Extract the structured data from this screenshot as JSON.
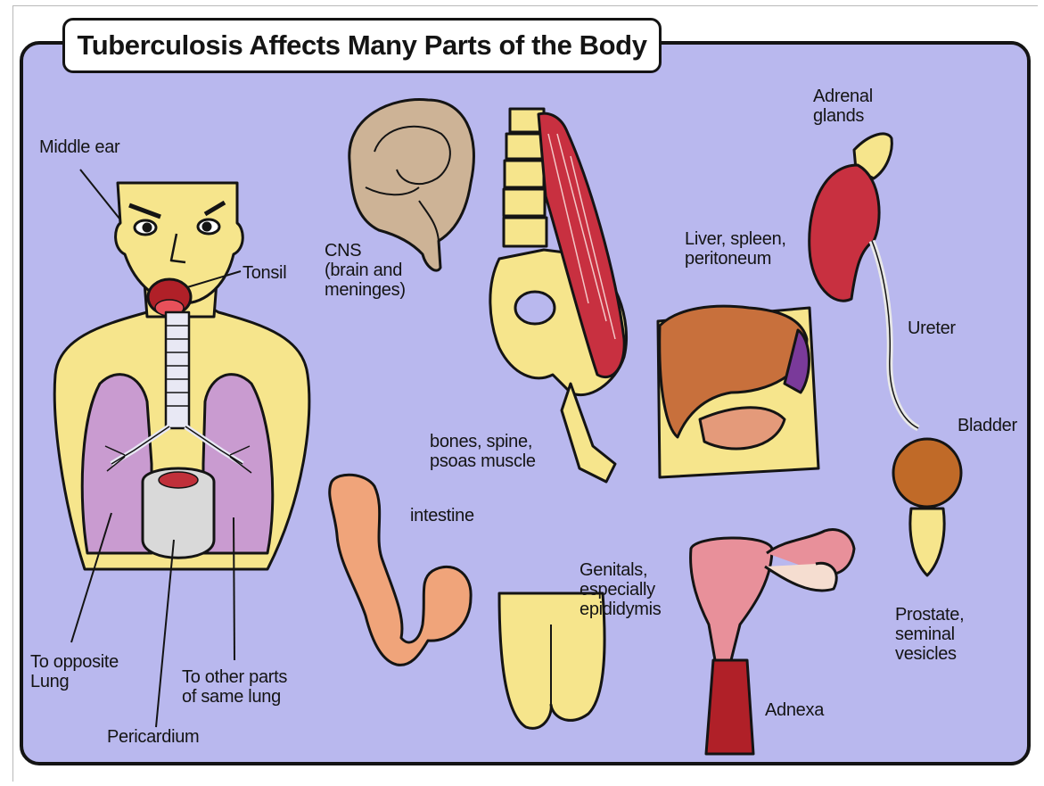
{
  "title": "Tuberculosis Affects Many Parts of the Body",
  "labels": {
    "middle_ear": "Middle ear",
    "tonsil": "Tonsil",
    "cns": [
      "CNS",
      "(brain and",
      "meninges)"
    ],
    "adrenal": [
      "Adrenal",
      "glands"
    ],
    "liver": [
      "Liver, spleen,",
      "peritoneum"
    ],
    "ureter": "Ureter",
    "bladder": "Bladder",
    "bones": [
      "bones, spine,",
      "psoas  muscle"
    ],
    "intestine": "intestine",
    "genitals": [
      "Genitals,",
      "especially",
      "epididymis"
    ],
    "prostate": [
      "Prostate,",
      "seminal",
      "vesicles"
    ],
    "adnexa": "Adnexa",
    "opposite_lung": [
      "To opposite",
      "Lung"
    ],
    "other_parts": [
      "To other parts",
      "of same lung"
    ],
    "pericardium": "Pericardium"
  },
  "colors": {
    "panel": "#b9b8ee",
    "skin": "#f6e58c",
    "lung": "#c99bd0",
    "flesh": "#f0a47a",
    "red": "#c0303a",
    "brain": "#cdb396",
    "bladder": "#c06a28",
    "outline": "#141414"
  }
}
